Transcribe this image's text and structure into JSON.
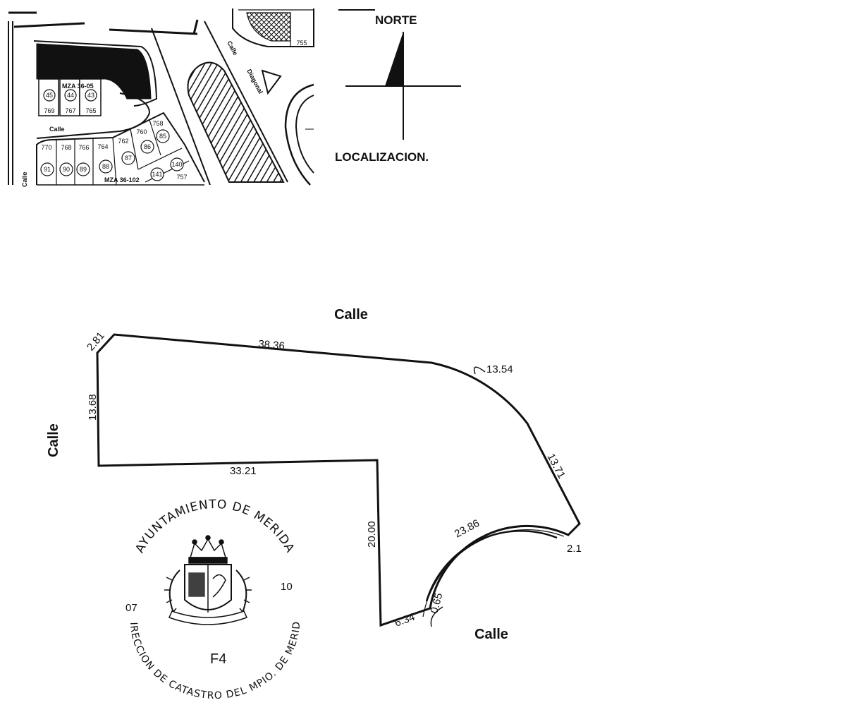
{
  "location_map": {
    "north_label": "NORTE",
    "caption": "LOCALIZACION.",
    "block_labels": [
      "MZA 36-05",
      "MZA 36-102"
    ],
    "street_labels": [
      "Calle",
      "Calle",
      "Calle",
      "Diagonal"
    ],
    "lots": [
      {
        "number": "769",
        "circle": "45"
      },
      {
        "number": "767",
        "circle": "44"
      },
      {
        "number": "765",
        "circle": "43"
      },
      {
        "number": "770",
        "circle": "91"
      },
      {
        "number": "768",
        "circle": "90"
      },
      {
        "number": "766",
        "circle": "89"
      },
      {
        "number": "764",
        "circle": "88"
      },
      {
        "number": "762",
        "circle": "87"
      },
      {
        "number": "760",
        "circle": "86"
      },
      {
        "number": "758",
        "circle": "85"
      },
      {
        "number": "757",
        "circle": "140"
      },
      {
        "number": "",
        "circle": "141"
      },
      {
        "number": "755",
        "circle": ""
      }
    ]
  },
  "plan": {
    "streets": {
      "north": "Calle",
      "west": "Calle",
      "south": "Calle"
    },
    "dimensions": {
      "north_corner": "2.81",
      "north_side": "38.36",
      "north_curve": "13.54",
      "east_side": "13.71",
      "east_end": "2.1",
      "south_curve": "23.86",
      "south_small": "0.65",
      "south_short": "6.34",
      "inner_vertical": "20.00",
      "inner_horizontal": "33.21",
      "west_side": "13.68"
    }
  },
  "seal": {
    "top_text": "AYUNTAMIENTO DE MERIDA",
    "bottom_text": "DIRECCION DE CATASTRO DEL MPIO. DE MERIDA",
    "left_number": "07",
    "right_number": "10",
    "code": "F4"
  }
}
